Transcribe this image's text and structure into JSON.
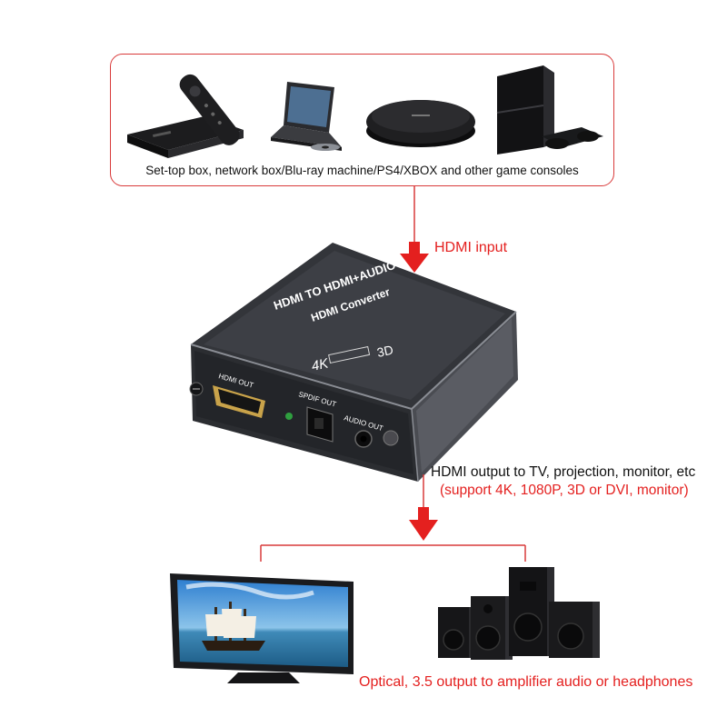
{
  "sources": {
    "caption": "Set-top box, network box/Blu-ray machine/PS4/XBOX and other game consoles",
    "devices": [
      "set-top-box-icon",
      "laptop-icon",
      "network-box-icon",
      "game-console-icon"
    ]
  },
  "input_label": "HDMI input",
  "converter": {
    "title_line1": "HDMI TO HDMI+AUDIO",
    "title_line2": "HDMI Converter",
    "badge_4k": "4K",
    "badge_3d": "3D",
    "port_hdmi_out": "HDMI OUT",
    "port_spdif_out": "SPDIF OUT",
    "port_audio_out": "AUDIO OUT"
  },
  "output": {
    "line1": "HDMI output to TV, projection, monitor, etc",
    "line2": "(support 4K, 1080P, 3D or DVI, monitor)"
  },
  "audio_caption": "Optical, 3.5 output to amplifier audio or headphones",
  "colors": {
    "accent_red": "#e4201f",
    "box_border": "#d93a3a",
    "device_body": "#2b2d31"
  }
}
